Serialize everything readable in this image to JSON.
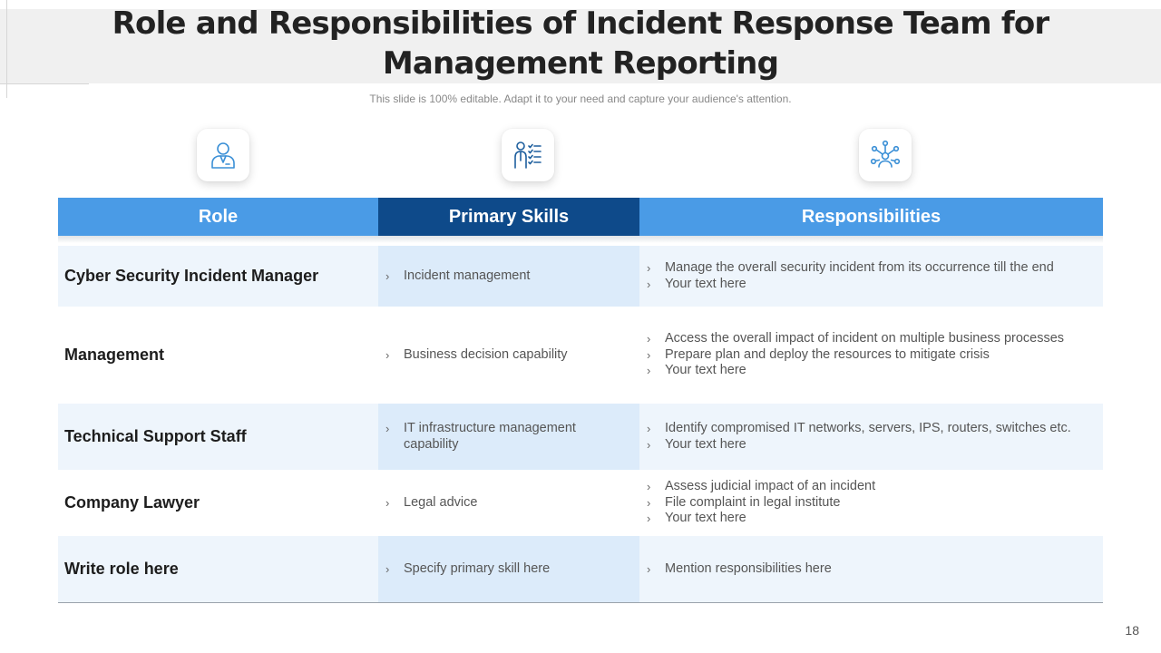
{
  "title_line1": "Role and Responsibilities of Incident Response Team for",
  "title_line2": "Management Reporting",
  "subtitle": "This slide is 100% editable. Adapt it to your need and capture your audience's attention.",
  "icons": [
    "person-tie-icon",
    "checklist-person-icon",
    "network-people-icon"
  ],
  "headers": {
    "role": "Role",
    "skills": "Primary Skills",
    "responsibilities": "Responsibilities"
  },
  "rows": [
    {
      "role": "Cyber Security Incident Manager",
      "skills": [
        "Incident management"
      ],
      "responsibilities": [
        "Manage the overall security incident from its occurrence till the end",
        "Your text here"
      ]
    },
    {
      "role": "Management",
      "skills": [
        "Business decision capability"
      ],
      "responsibilities": [
        "Access the overall impact of incident on multiple business processes",
        "Prepare plan and deploy the resources to mitigate crisis",
        "Your text here"
      ]
    },
    {
      "role": "Technical Support Staff",
      "skills": [
        "IT infrastructure management capability"
      ],
      "responsibilities": [
        "Identify compromised IT networks, servers, IPS, routers, switches etc.",
        "Your text here"
      ]
    },
    {
      "role": "Company Lawyer",
      "skills": [
        "Legal advice"
      ],
      "responsibilities": [
        "Assess judicial impact of an incident",
        "File complaint in legal institute",
        "Your text here"
      ]
    },
    {
      "role": "Write role here",
      "skills": [
        "Specify primary skill here"
      ],
      "responsibilities": [
        "Mention responsibilities here"
      ]
    }
  ],
  "page_number": "18",
  "colors": {
    "header_light": "#4a9be6",
    "header_dark": "#0e4a8a",
    "row_shade": "#eef5fc",
    "skill_shade": "#dcebfa",
    "icon_blue": "#3a8fd6"
  }
}
